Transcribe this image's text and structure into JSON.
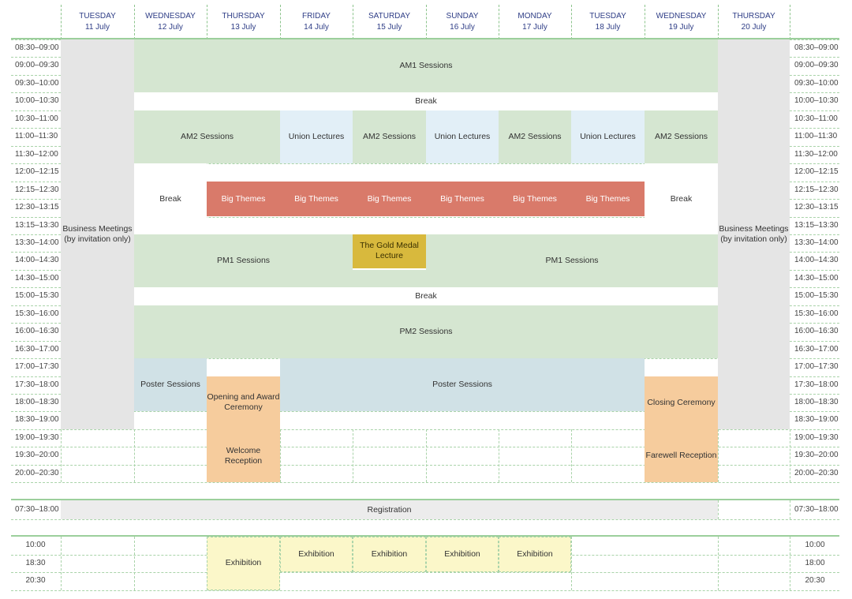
{
  "days": [
    {
      "dow": "TUESDAY",
      "date": "11 July"
    },
    {
      "dow": "WEDNESDAY",
      "date": "12 July"
    },
    {
      "dow": "THURSDAY",
      "date": "13 July"
    },
    {
      "dow": "FRIDAY",
      "date": "14 July"
    },
    {
      "dow": "SATURDAY",
      "date": "15 July"
    },
    {
      "dow": "SUNDAY",
      "date": "16 July"
    },
    {
      "dow": "MONDAY",
      "date": "17 July"
    },
    {
      "dow": "TUESDAY",
      "date": "18 July"
    },
    {
      "dow": "WEDNESDAY",
      "date": "19 July"
    },
    {
      "dow": "THURSDAY",
      "date": "20 July"
    }
  ],
  "times": [
    "08:30–09:00",
    "09:00–09:30",
    "09:30–10:00",
    "10:00–10:30",
    "10:30–11:00",
    "11:00–11:30",
    "11:30–12:00",
    "12:00–12:15",
    "12:15–12:30",
    "12:30–13:15",
    "13:15–13:30",
    "13:30–14:00",
    "14:00–14:30",
    "14:30–15:00",
    "15:00–15:30",
    "15:30–16:00",
    "16:00–16:30",
    "16:30–17:00",
    "17:00–17:30",
    "17:30–18:00",
    "18:00–18:30",
    "18:30–19:00",
    "19:00–19:30",
    "19:30–20:00",
    "20:00–20:30"
  ],
  "registration": {
    "time": "07:30–18:00",
    "label": "Registration"
  },
  "exhibition_times": {
    "left": [
      "10:00",
      "18:30",
      "20:30"
    ],
    "right": [
      "10:00",
      "18:00",
      "20:30"
    ]
  },
  "labels": {
    "business": "Business Meetings (by invitation only)",
    "am1": "AM1 Sessions",
    "break": "Break",
    "am2": "AM2 Sessions",
    "union": "Union Lectures",
    "big": "Big Themes",
    "gold": "The Gold Medal Lecture",
    "pm1": "PM1 Sessions",
    "pm2": "PM2 Sessions",
    "poster": "Poster Sessions",
    "opening": "Opening and Award Ceremony",
    "closing": "Closing Ceremony",
    "welcome": "Welcome Reception",
    "farewell": "Farewell Reception",
    "exhibition": "Exhibition"
  },
  "colors": {
    "session_green": "#d5e6d1",
    "business_gray": "#e5e5e5",
    "union_blue": "#e2eff7",
    "poster_blue": "#d0e1e6",
    "big_themes_red": "#d97a6a",
    "gold_medal": "#d8b93d",
    "ceremony_orange": "#f6cc9d",
    "exhibition_yellow": "#fbf7c9",
    "header_text": "#2e3d86"
  }
}
